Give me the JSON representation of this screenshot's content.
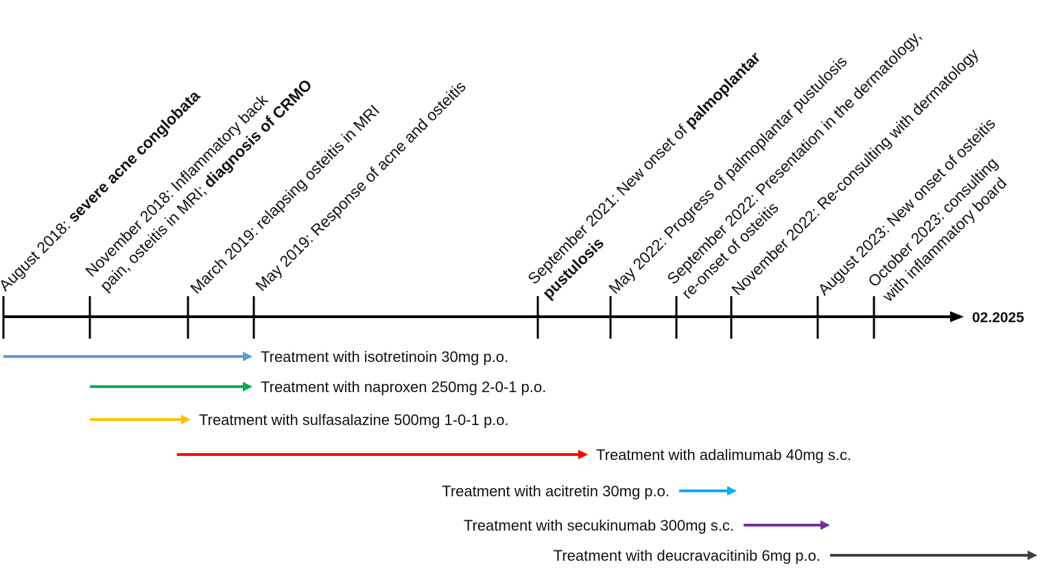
{
  "timeline": {
    "end_label": "02.2025",
    "events": [
      {
        "id": "aug2018",
        "lines": [
          [
            {
              "t": "August 2018: "
            },
            {
              "t": "severe acne conglobata",
              "b": true
            }
          ]
        ]
      },
      {
        "id": "nov2018",
        "lines": [
          [
            {
              "t": "November 2018: Inflammatory back"
            }
          ],
          [
            {
              "t": "pain, osteitis in MRI; "
            },
            {
              "t": "diagnosis of CRMO",
              "b": true
            }
          ]
        ]
      },
      {
        "id": "mar2019",
        "lines": [
          [
            {
              "t": "March 2019: relapsing osteitis in MRI"
            }
          ]
        ]
      },
      {
        "id": "may2019",
        "lines": [
          [
            {
              "t": "May 2019: Response of acne and osteitis"
            }
          ]
        ]
      },
      {
        "id": "sep2021",
        "lines": [
          [
            {
              "t": "September 2021: New onset of "
            },
            {
              "t": "palmoplantar",
              "b": true
            }
          ],
          [
            {
              "t": "pustulosis",
              "b": true
            }
          ]
        ]
      },
      {
        "id": "may2022",
        "lines": [
          [
            {
              "t": "May 2022: Progress of palmoplantar pustulosis"
            }
          ]
        ]
      },
      {
        "id": "sep2022",
        "lines": [
          [
            {
              "t": "September 2022: Presentation in the dermatology,"
            }
          ],
          [
            {
              "t": "re-onset of osteitis"
            }
          ]
        ]
      },
      {
        "id": "nov2022",
        "lines": [
          [
            {
              "t": "November 2022: Re-consulting with dermatology"
            }
          ]
        ]
      },
      {
        "id": "aug2023",
        "lines": [
          [
            {
              "t": "August 2023: New onset of osteitis"
            }
          ]
        ]
      },
      {
        "id": "oct2023",
        "lines": [
          [
            {
              "t": "October 2023: consulting"
            }
          ],
          [
            {
              "t": "with inflammatory board"
            }
          ]
        ]
      }
    ]
  },
  "treatments": [
    {
      "id": "isotretinoin",
      "label": "Treatment with isotretinoin 30mg p.o.",
      "from_event": "aug2018",
      "to_event": "may2019",
      "color": "#5b9bd5"
    },
    {
      "id": "naproxen",
      "label": "Treatment with naproxen 250mg 2-0-1 p.o.",
      "from_event": "nov2018",
      "to_event": "may2019",
      "color": "#00b050"
    },
    {
      "id": "sulfasalazine",
      "label": "Treatment with sulfasalazine 500mg 1-0-1 p.o.",
      "from_event": "nov2018",
      "to_event": "mar2019",
      "color": "#ffc000"
    },
    {
      "id": "adalimumab",
      "label": "Treatment with adalimumab 40mg s.c.",
      "from_event": "mar2019",
      "color": "#ff0000"
    },
    {
      "id": "acitretin",
      "label": "Treatment with acitretin 30mg p.o.",
      "color": "#00b0f0"
    },
    {
      "id": "secukinumab",
      "label": "Treatment with secukinumab 300mg s.c.",
      "from_event": "nov2022",
      "color": "#7030a0"
    },
    {
      "id": "deucravacitinib",
      "label": "Treatment with deucravacitinib 6mg p.o.",
      "color": "#404040"
    }
  ]
}
